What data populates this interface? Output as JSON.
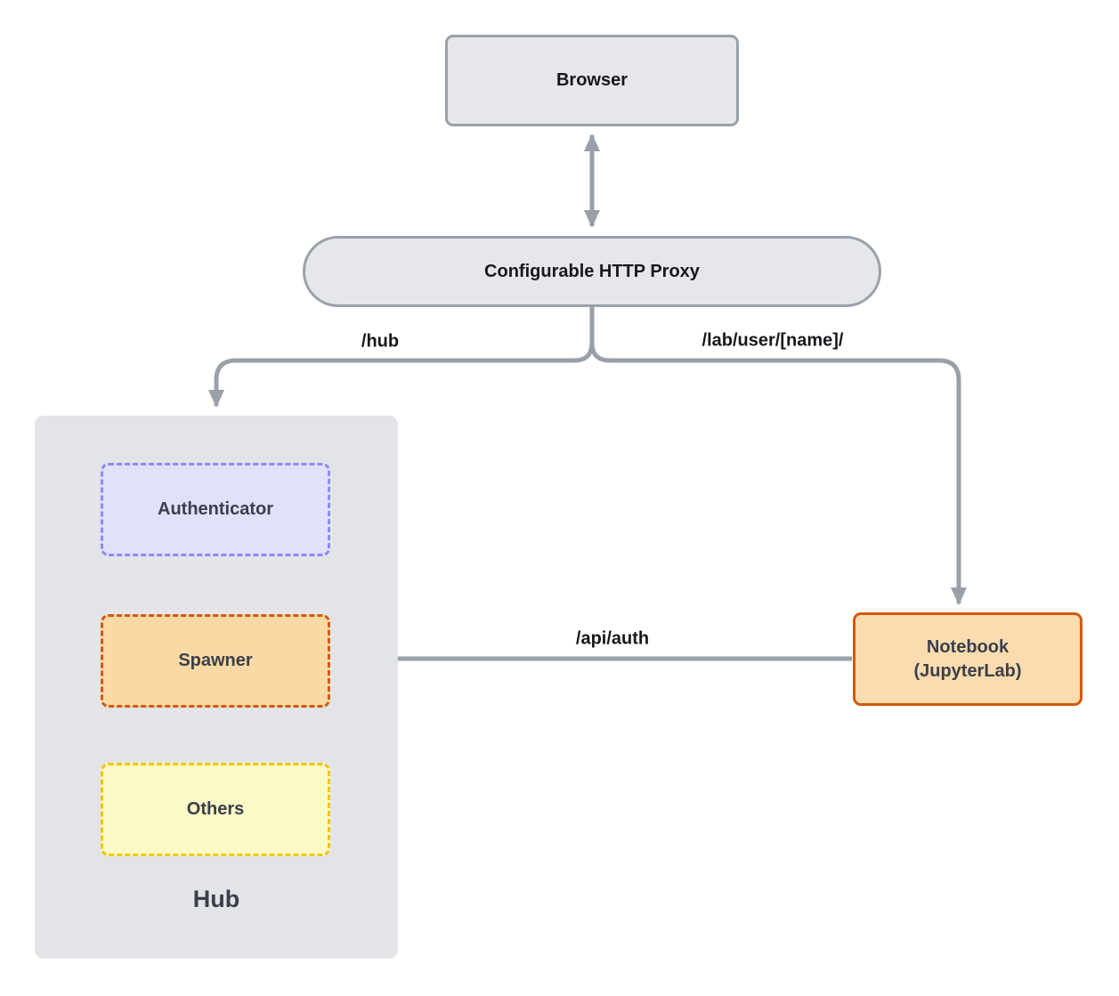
{
  "colors": {
    "connector": "#9aa0a8",
    "node_fill": "#e5e7ea",
    "node_border": "#9ba1aa",
    "hub_fill": "#e2e4e8",
    "authenticator_fill": "#e2e1fa",
    "authenticator_border": "#8a8af5",
    "spawner_fill": "#fbd9a4",
    "spawner_border": "#d3590c",
    "others_fill": "#fbf9c6",
    "others_border": "#f2c40e",
    "notebook_fill": "#fbdcae",
    "notebook_border": "#d3590c",
    "text_black": "#17181c",
    "text_slate": "#3a3f4a"
  },
  "nodes": {
    "browser": {
      "label": "Browser"
    },
    "proxy": {
      "label": "Configurable HTTP Proxy"
    },
    "hub": {
      "label": "Hub"
    },
    "authenticator": {
      "label": "Authenticator"
    },
    "spawner": {
      "label": "Spawner"
    },
    "others": {
      "label": "Others"
    },
    "notebook": {
      "label_line1": "Notebook",
      "label_line2": "(JupyterLab)"
    }
  },
  "edges": {
    "browser_proxy": {
      "label": "",
      "direction": "bidirectional"
    },
    "proxy_hub": {
      "label": "/hub"
    },
    "proxy_notebook": {
      "label": "/lab/user/[name]/"
    },
    "notebook_spawner": {
      "label": "/api/auth"
    }
  }
}
